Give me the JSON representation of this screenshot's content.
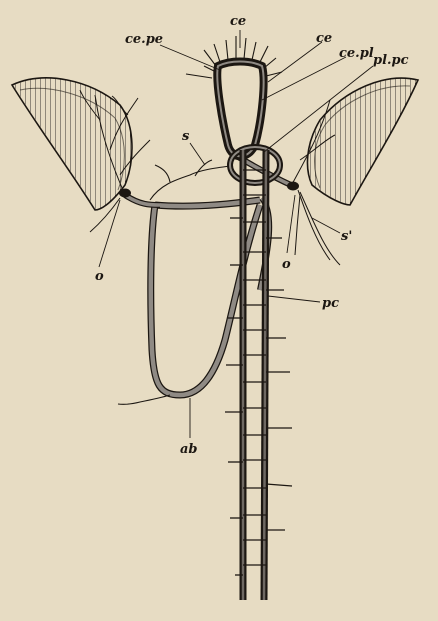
{
  "labels": {
    "ce_top": "ce",
    "ce_pe": "ce.pe",
    "ce_right": "ce",
    "ce_pl": "ce.pl",
    "pl_pc": "pl.pc",
    "s": "s",
    "s_prime": "s'",
    "o_left": "o",
    "o_right": "o",
    "pc": "pc",
    "ab": "ab"
  },
  "colors": {
    "background": "#e7dcc3",
    "ink": "#1c1712",
    "dark_nerve": "#3a3430",
    "grey_nerve": "#8f8a84"
  }
}
